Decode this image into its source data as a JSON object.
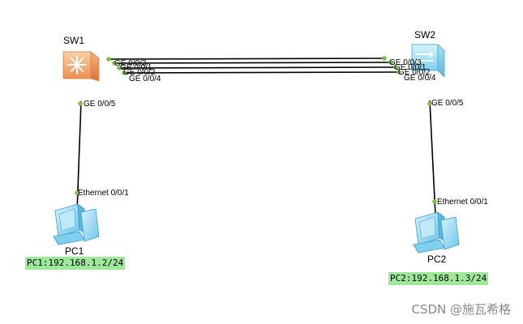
{
  "devices": {
    "sw1": {
      "name": "SW1"
    },
    "sw2": {
      "name": "SW2"
    },
    "pc1": {
      "name": "PC1",
      "ip_label": "PC1:192.168.1.2/24"
    },
    "pc2": {
      "name": "PC2",
      "ip_label": "PC2:192.168.1.3/24"
    }
  },
  "ports": {
    "sw1_ge003": "GE 0/0/3",
    "sw1_ge001": "GE 0/0/1",
    "sw1_ge002": "GE 0/0/2",
    "sw1_ge004": "GE 0/0/4",
    "sw1_ge005": "GE 0/0/5",
    "sw2_ge003": "GE 0/0/3",
    "sw2_ge001": "GE 0/0/1",
    "sw2_ge002": "GE 0/0/2",
    "sw2_ge004": "GE 0/0/4",
    "sw2_ge005": "GE 0/0/5",
    "pc1_eth": "Ethernet 0/0/1",
    "pc2_eth": "Ethernet 0/0/1"
  },
  "watermark": "CSDN @施瓦希格",
  "colors": {
    "link": "#000000",
    "port_dot": "#7cc242",
    "ip_box": "#9ee89a",
    "sw1_body": "#f2a86a",
    "sw2_body": "#8fd8f2"
  }
}
